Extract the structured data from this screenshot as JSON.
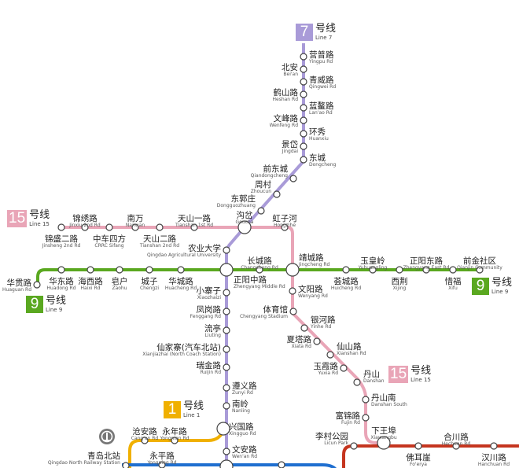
{
  "lines": {
    "l7": {
      "num": "7",
      "cn": "号线",
      "en": "Line 7",
      "color": "#a99bd8"
    },
    "l15": {
      "num": "15",
      "cn": "号线",
      "en": "Line 15",
      "color": "#e9a5b7"
    },
    "l9": {
      "num": "9",
      "cn": "号线",
      "en": "Line 9",
      "color": "#5aa820"
    },
    "l1": {
      "num": "1",
      "cn": "号线",
      "en": "Line 1",
      "color": "#f0b000"
    },
    "blue": {
      "color": "#1f6fd0"
    },
    "red": {
      "color": "#c5351f"
    }
  },
  "railway_icon": "railway-station-icon",
  "stations": [
    {
      "cn": "营普路",
      "en": "Yingpu Rd"
    },
    {
      "cn": "北安",
      "en": "Bei'an"
    },
    {
      "cn": "青威路",
      "en": "Qingwei Rd"
    },
    {
      "cn": "鹤山路",
      "en": "Heshan Rd"
    },
    {
      "cn": "蓝鳌路",
      "en": "Lan'ao Rd"
    },
    {
      "cn": "文峰路",
      "en": "Wenfeng Rd"
    },
    {
      "cn": "环秀",
      "en": "Huanxiu"
    },
    {
      "cn": "景岱",
      "en": "Jingdai"
    },
    {
      "cn": "东城",
      "en": "Dongcheng"
    },
    {
      "cn": "前东城",
      "en": "Qiandongcheng"
    },
    {
      "cn": "周村",
      "en": "Zhoucun"
    },
    {
      "cn": "东郭庄",
      "en": "Dongguozhuang"
    },
    {
      "cn": "沟岔",
      "en": "Goucha"
    },
    {
      "cn": "农业大学",
      "en": "Qingdao Agricultural University"
    },
    {
      "cn": "正阳中路",
      "en": "Zhengyang Middle Rd"
    },
    {
      "cn": "小寨子",
      "en": "Xiaozhaizi"
    },
    {
      "cn": "凤岗路",
      "en": "Fenggang Rd"
    },
    {
      "cn": "流亭",
      "en": "Liuting"
    },
    {
      "cn": "仙家寨(汽车北站)",
      "en": "Xianjiazhai (North Coach Station)"
    },
    {
      "cn": "瑞金路",
      "en": "Ruijin Rd"
    },
    {
      "cn": "遵义路",
      "en": "Zunyi Rd"
    },
    {
      "cn": "南岭",
      "en": "Nanling"
    },
    {
      "cn": "兴国路",
      "en": "Xingguo Rd"
    },
    {
      "cn": "文安路",
      "en": "Wen'an Rd"
    },
    {
      "cn": "",
      "en": ""
    },
    {
      "cn": "锦盛二路",
      "en": "Jinsheng 2nd Rd"
    },
    {
      "cn": "锦绣路",
      "en": "Jinxiu 2nd Rd"
    },
    {
      "cn": "中车四方",
      "en": "CRRC Sifang"
    },
    {
      "cn": "南万",
      "en": "Nanwan"
    },
    {
      "cn": "天山二路",
      "en": "Tianshan 2nd Rd"
    },
    {
      "cn": "天山一路",
      "en": "Tianshan 1st Rd"
    },
    {
      "cn": "虹子河",
      "en": "Hongzihe"
    },
    {
      "cn": "靖城路",
      "en": "Jingcheng Rd"
    },
    {
      "cn": "文阳路",
      "en": "Wenyang Rd"
    },
    {
      "cn": "体育馆",
      "en": "Chengyang Stadium"
    },
    {
      "cn": "银河路",
      "en": "Yinhe Rd"
    },
    {
      "cn": "夏塔路",
      "en": "Xiata Rd"
    },
    {
      "cn": "仙山路",
      "en": "Xianshan Rd"
    },
    {
      "cn": "玉霞路",
      "en": "Yuxia Rd"
    },
    {
      "cn": "丹山",
      "en": "Danshan"
    },
    {
      "cn": "丹山南",
      "en": "Danshan South"
    },
    {
      "cn": "富锦路",
      "en": "Fujin Rd"
    },
    {
      "cn": "下王埠",
      "en": "Xiawangbu"
    },
    {
      "cn": "华贯路",
      "en": "Huaguan Rd"
    },
    {
      "cn": "华东路",
      "en": "Huadong Rd"
    },
    {
      "cn": "海西路",
      "en": "Haixi Rd"
    },
    {
      "cn": "皂户",
      "en": "Zaohu"
    },
    {
      "cn": "城子",
      "en": "Chengzi"
    },
    {
      "cn": "华城路",
      "en": "Huacheng Rd"
    },
    {
      "cn": "长城路",
      "en": "Changcheng Rd"
    },
    {
      "cn": "荟城路",
      "en": "Huicheng Rd"
    },
    {
      "cn": "玉皇岭",
      "en": "Yuhuangling"
    },
    {
      "cn": "西荆",
      "en": "Xijing"
    },
    {
      "cn": "正阳东路",
      "en": "Zhengyang East Rd"
    },
    {
      "cn": "惜福",
      "en": "Xifu"
    },
    {
      "cn": "前金社区",
      "en": "Qianjin Community"
    },
    {
      "cn": "沧安路",
      "en": "Cang'an Rd"
    },
    {
      "cn": "永年路",
      "en": "Yongnian Rd"
    },
    {
      "cn": "青岛北站",
      "en": "Qingdao North Railway Station"
    },
    {
      "cn": "永平路",
      "en": "Yongping Rd"
    },
    {
      "cn": "李村公园",
      "en": "Licun Park"
    },
    {
      "cn": "佛耳崖",
      "en": "Fo'erya"
    },
    {
      "cn": "合川路",
      "en": "Hechuan Rd"
    },
    {
      "cn": "汉川路",
      "en": "Hanchuan Rd"
    },
    {
      "cn": "",
      "en": ""
    }
  ]
}
